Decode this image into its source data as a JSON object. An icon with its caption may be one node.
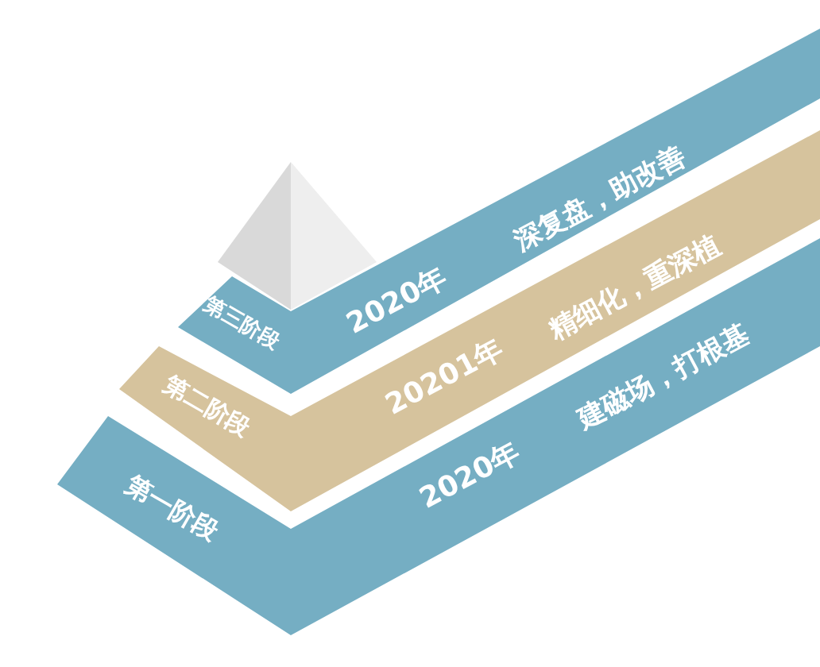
{
  "diagram": {
    "nodes": [
      {
        "text": [],
        "shape": "pyramid"
      },
      {
        "text": [
          "第三阶段",
          "2020年",
          "深复盘，助改善"
        ]
      },
      {
        "text": [
          "第二阶段",
          "20201年",
          "精细化，重深植"
        ]
      },
      {
        "text": [
          "第一阶段",
          "2020年",
          "建磁场，打根基"
        ]
      }
    ]
  }
}
